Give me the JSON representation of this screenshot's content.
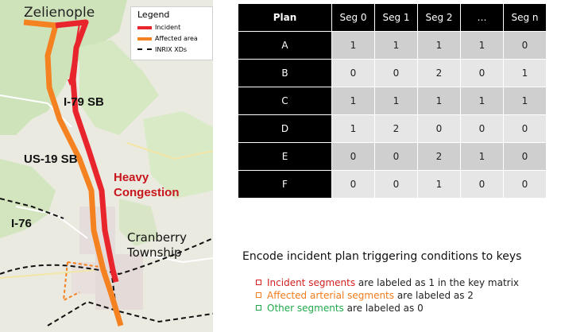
{
  "map": {
    "legend": {
      "title": "Legend",
      "items": [
        {
          "label": "Incident",
          "color": "#e8242c",
          "style": "solid"
        },
        {
          "label": "Affected area",
          "color": "#f58220",
          "style": "solid"
        },
        {
          "label": "INRIX XDs",
          "color": "#111111",
          "style": "dashed"
        }
      ]
    },
    "labels": {
      "zelienople": "Zelienople",
      "i79": "I-79 SB",
      "us19": "US-19 SB",
      "heavy": "Heavy",
      "congestion": "Congestion",
      "i76": "I-76",
      "cranberry": "Cranberry",
      "township": "Township"
    },
    "colors": {
      "incident": "#e8242c",
      "affected": "#f58220",
      "heavy_text": "#c8161d"
    }
  },
  "table": {
    "headers": [
      "Plan",
      "Seg 0",
      "Seg 1",
      "Seg 2",
      "…",
      "Seg n"
    ],
    "rows": [
      {
        "plan": "A",
        "values": [
          "1",
          "1",
          "1",
          "1",
          "0"
        ]
      },
      {
        "plan": "B",
        "values": [
          "0",
          "0",
          "2",
          "0",
          "1"
        ]
      },
      {
        "plan": "C",
        "values": [
          "1",
          "1",
          "1",
          "1",
          "1"
        ]
      },
      {
        "plan": "D",
        "values": [
          "1",
          "2",
          "0",
          "0",
          "0"
        ]
      },
      {
        "plan": "E",
        "values": [
          "0",
          "0",
          "2",
          "1",
          "0"
        ]
      },
      {
        "plan": "F",
        "values": [
          "0",
          "0",
          "1",
          "0",
          "0"
        ]
      }
    ]
  },
  "encode_text": "Encode incident plan triggering conditions to keys",
  "bullets": [
    {
      "highlight": "Incident segments",
      "rest": " are labeled as 1 in the key matrix",
      "color": "#d42020"
    },
    {
      "highlight": "Affected arterial segments",
      "rest": " are labeled as 2",
      "color": "#f07c1c"
    },
    {
      "highlight": "Other segments",
      "rest": " are labeled as 0",
      "color": "#22a84a"
    }
  ]
}
